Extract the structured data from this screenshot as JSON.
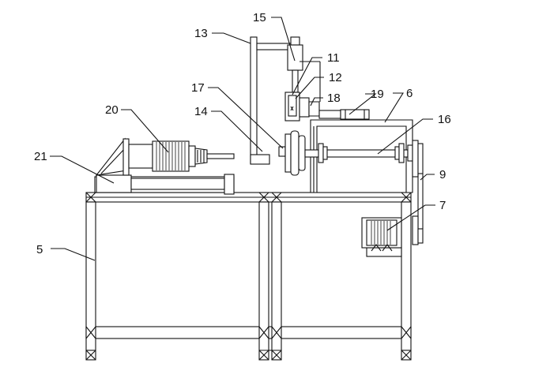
{
  "labels": {
    "l5": "5",
    "l6": "6",
    "l7": "7",
    "l9": "9",
    "l11": "11",
    "l12": "12",
    "l13": "13",
    "l14": "14",
    "l15": "15",
    "l16": "16",
    "l17": "17",
    "l18": "18",
    "l19": "19",
    "l20": "20",
    "l21": "21"
  }
}
